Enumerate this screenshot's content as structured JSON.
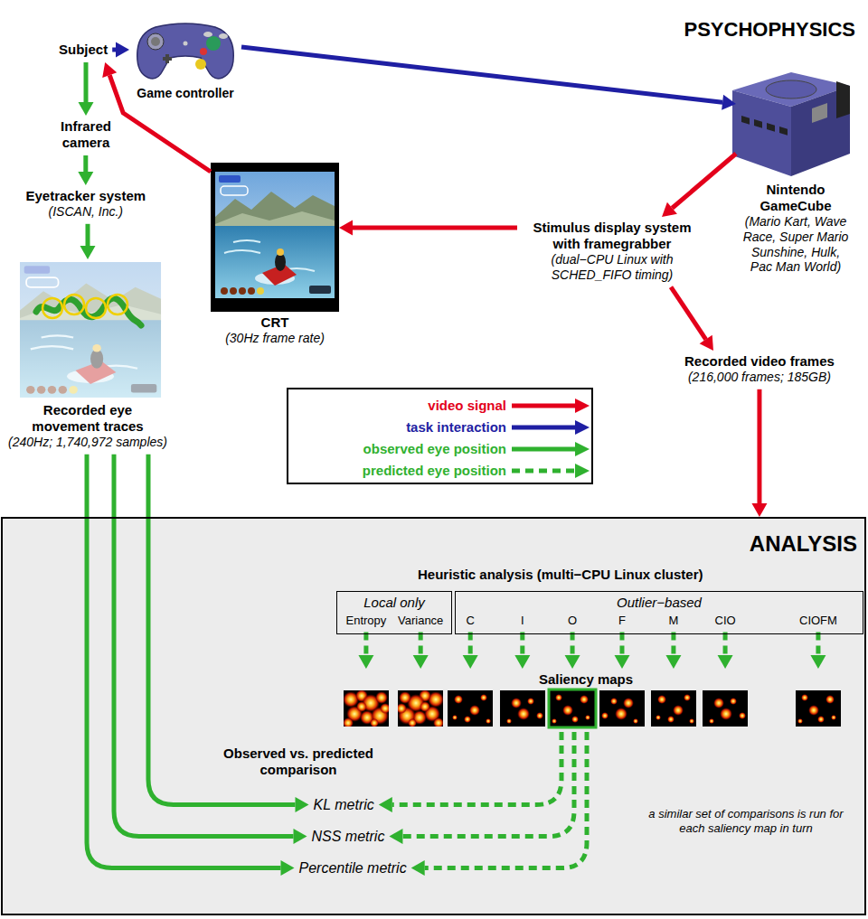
{
  "diagram": {
    "nodes": [
      {
        "text": [
          "Subject"
        ]
      },
      {
        "text": [
          "Game controller"
        ]
      },
      {
        "text": [
          "Nintendo GameCube",
          "(Mario Kart, Wave Race, Super Mario Sunshine, Hulk, Pac Man World)"
        ]
      },
      {
        "text": [
          "Infrared camera"
        ]
      },
      {
        "text": [
          "CRT",
          "(30Hz frame rate)"
        ]
      },
      {
        "text": [
          "Stimulus display system with framegrabber",
          "(dual−CPU Linux with SCHED_FIFO timing)"
        ]
      },
      {
        "text": [
          "Eyetracker system",
          "(ISCAN, Inc.)"
        ]
      },
      {
        "text": [
          "Recorded eye movement traces",
          "(240Hz; 1,740,972 samples)"
        ]
      },
      {
        "text": [
          "Recorded video frames",
          "(216,000 frames; 185GB)"
        ]
      },
      {
        "text": [
          "ANALYSIS"
        ]
      },
      {
        "text": [
          "Heuristic analysis (multi−CPU Linux cluster)"
        ],
        "in": 9
      },
      {
        "text": [
          "Local only"
        ],
        "in": 9
      },
      {
        "text": [
          "Entropy"
        ],
        "in": 11
      },
      {
        "text": [
          "Variance"
        ],
        "in": 11
      },
      {
        "text": [
          "Outlier−based"
        ],
        "in": 9
      },
      {
        "text": [
          "C"
        ],
        "in": 14
      },
      {
        "text": [
          "I"
        ],
        "in": 14
      },
      {
        "text": [
          "O"
        ],
        "in": 14
      },
      {
        "text": [
          "F"
        ],
        "in": 14
      },
      {
        "text": [
          "M"
        ],
        "in": 14
      },
      {
        "text": [
          "CIO"
        ],
        "in": 14
      },
      {
        "text": [
          "CIOFM"
        ],
        "in": 14
      },
      {
        "text": [
          "Saliency maps"
        ],
        "in": 9
      },
      {
        "text": [
          "Observed vs. predicted comparison"
        ],
        "in": 9
      },
      {
        "text": [
          "KL metric"
        ],
        "in": 9
      },
      {
        "text": [
          "NSS metric"
        ],
        "in": 9
      },
      {
        "text": [
          "Percentile metric"
        ],
        "in": 9
      }
    ],
    "edges": [
      {
        "from": 0,
        "to": 1,
        "arrow": "to"
      },
      {
        "from": 1,
        "to": 2,
        "arrow": "to"
      },
      {
        "from": 2,
        "to": 5,
        "arrow": "to"
      },
      {
        "from": 5,
        "to": 4,
        "arrow": "to"
      },
      {
        "from": 4,
        "to": 0,
        "arrow": "to"
      },
      {
        "from": 5,
        "to": 8,
        "arrow": "to"
      },
      {
        "from": 0,
        "to": 3,
        "arrow": "to"
      },
      {
        "from": 3,
        "to": 6,
        "arrow": "to"
      },
      {
        "from": 6,
        "to": 7,
        "arrow": "to"
      },
      {
        "from": 8,
        "to": 9,
        "arrow": "to"
      },
      {
        "from": 7,
        "to": 24,
        "arrow": "to"
      },
      {
        "from": 7,
        "to": 25,
        "arrow": "to"
      },
      {
        "from": 7,
        "to": 26,
        "arrow": "to"
      },
      {
        "from": 12,
        "to": 22,
        "arrow": "to"
      },
      {
        "from": 13,
        "to": 22,
        "arrow": "to"
      },
      {
        "from": 15,
        "to": 22,
        "arrow": "to"
      },
      {
        "from": 16,
        "to": 22,
        "arrow": "to"
      },
      {
        "from": 17,
        "to": 22,
        "arrow": "to"
      },
      {
        "from": 18,
        "to": 22,
        "arrow": "to"
      },
      {
        "from": 19,
        "to": 22,
        "arrow": "to"
      },
      {
        "from": 20,
        "to": 22,
        "arrow": "to"
      },
      {
        "from": 21,
        "to": 22,
        "arrow": "to"
      },
      {
        "from": 22,
        "to": 24,
        "arrow": "to"
      },
      {
        "from": 22,
        "to": 25,
        "arrow": "to"
      },
      {
        "from": 22,
        "to": 26,
        "arrow": "to"
      }
    ],
    "labels": [
      "PSYCHOPHYSICS",
      "a similar set of comparisons is run for each saliency map in turn"
    ],
    "legend": [
      {
        "text": "video signal"
      },
      {
        "text": "task interaction"
      },
      {
        "text": "observed eye position"
      },
      {
        "text": "predicted eye position"
      }
    ]
  }
}
